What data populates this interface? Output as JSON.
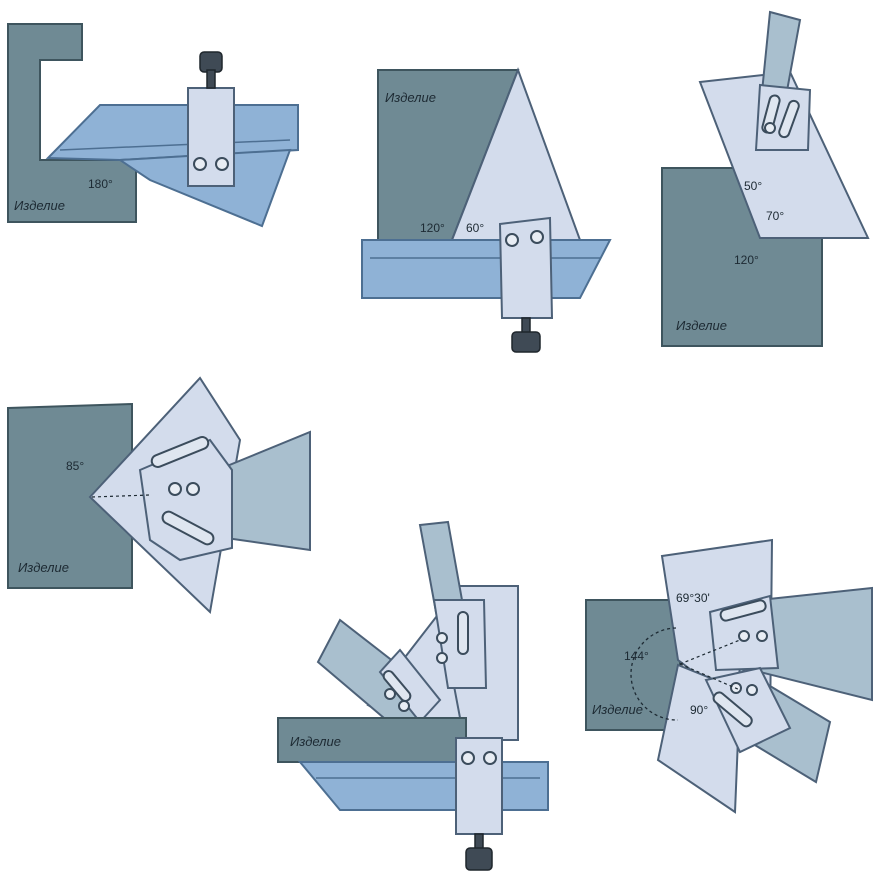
{
  "panels": [
    {
      "part_label": "Изделие",
      "angles": [
        "180°"
      ]
    },
    {
      "part_label": "Изделие",
      "angles": [
        "120°",
        "60°"
      ]
    },
    {
      "part_label": "Изделие",
      "angles": [
        "50°",
        "70°",
        "120°"
      ]
    },
    {
      "part_label": "Изделие",
      "angles": [
        "85°"
      ]
    },
    {
      "part_label": "Изделие",
      "angles": []
    },
    {
      "part_label": "Изделие",
      "angles": [
        "69°30'",
        "144°",
        "90°"
      ]
    }
  ],
  "colors": {
    "workpiece": "#6f8a94",
    "ruler": "#8fb2d6",
    "bevel_blade": "#d3dcec"
  }
}
